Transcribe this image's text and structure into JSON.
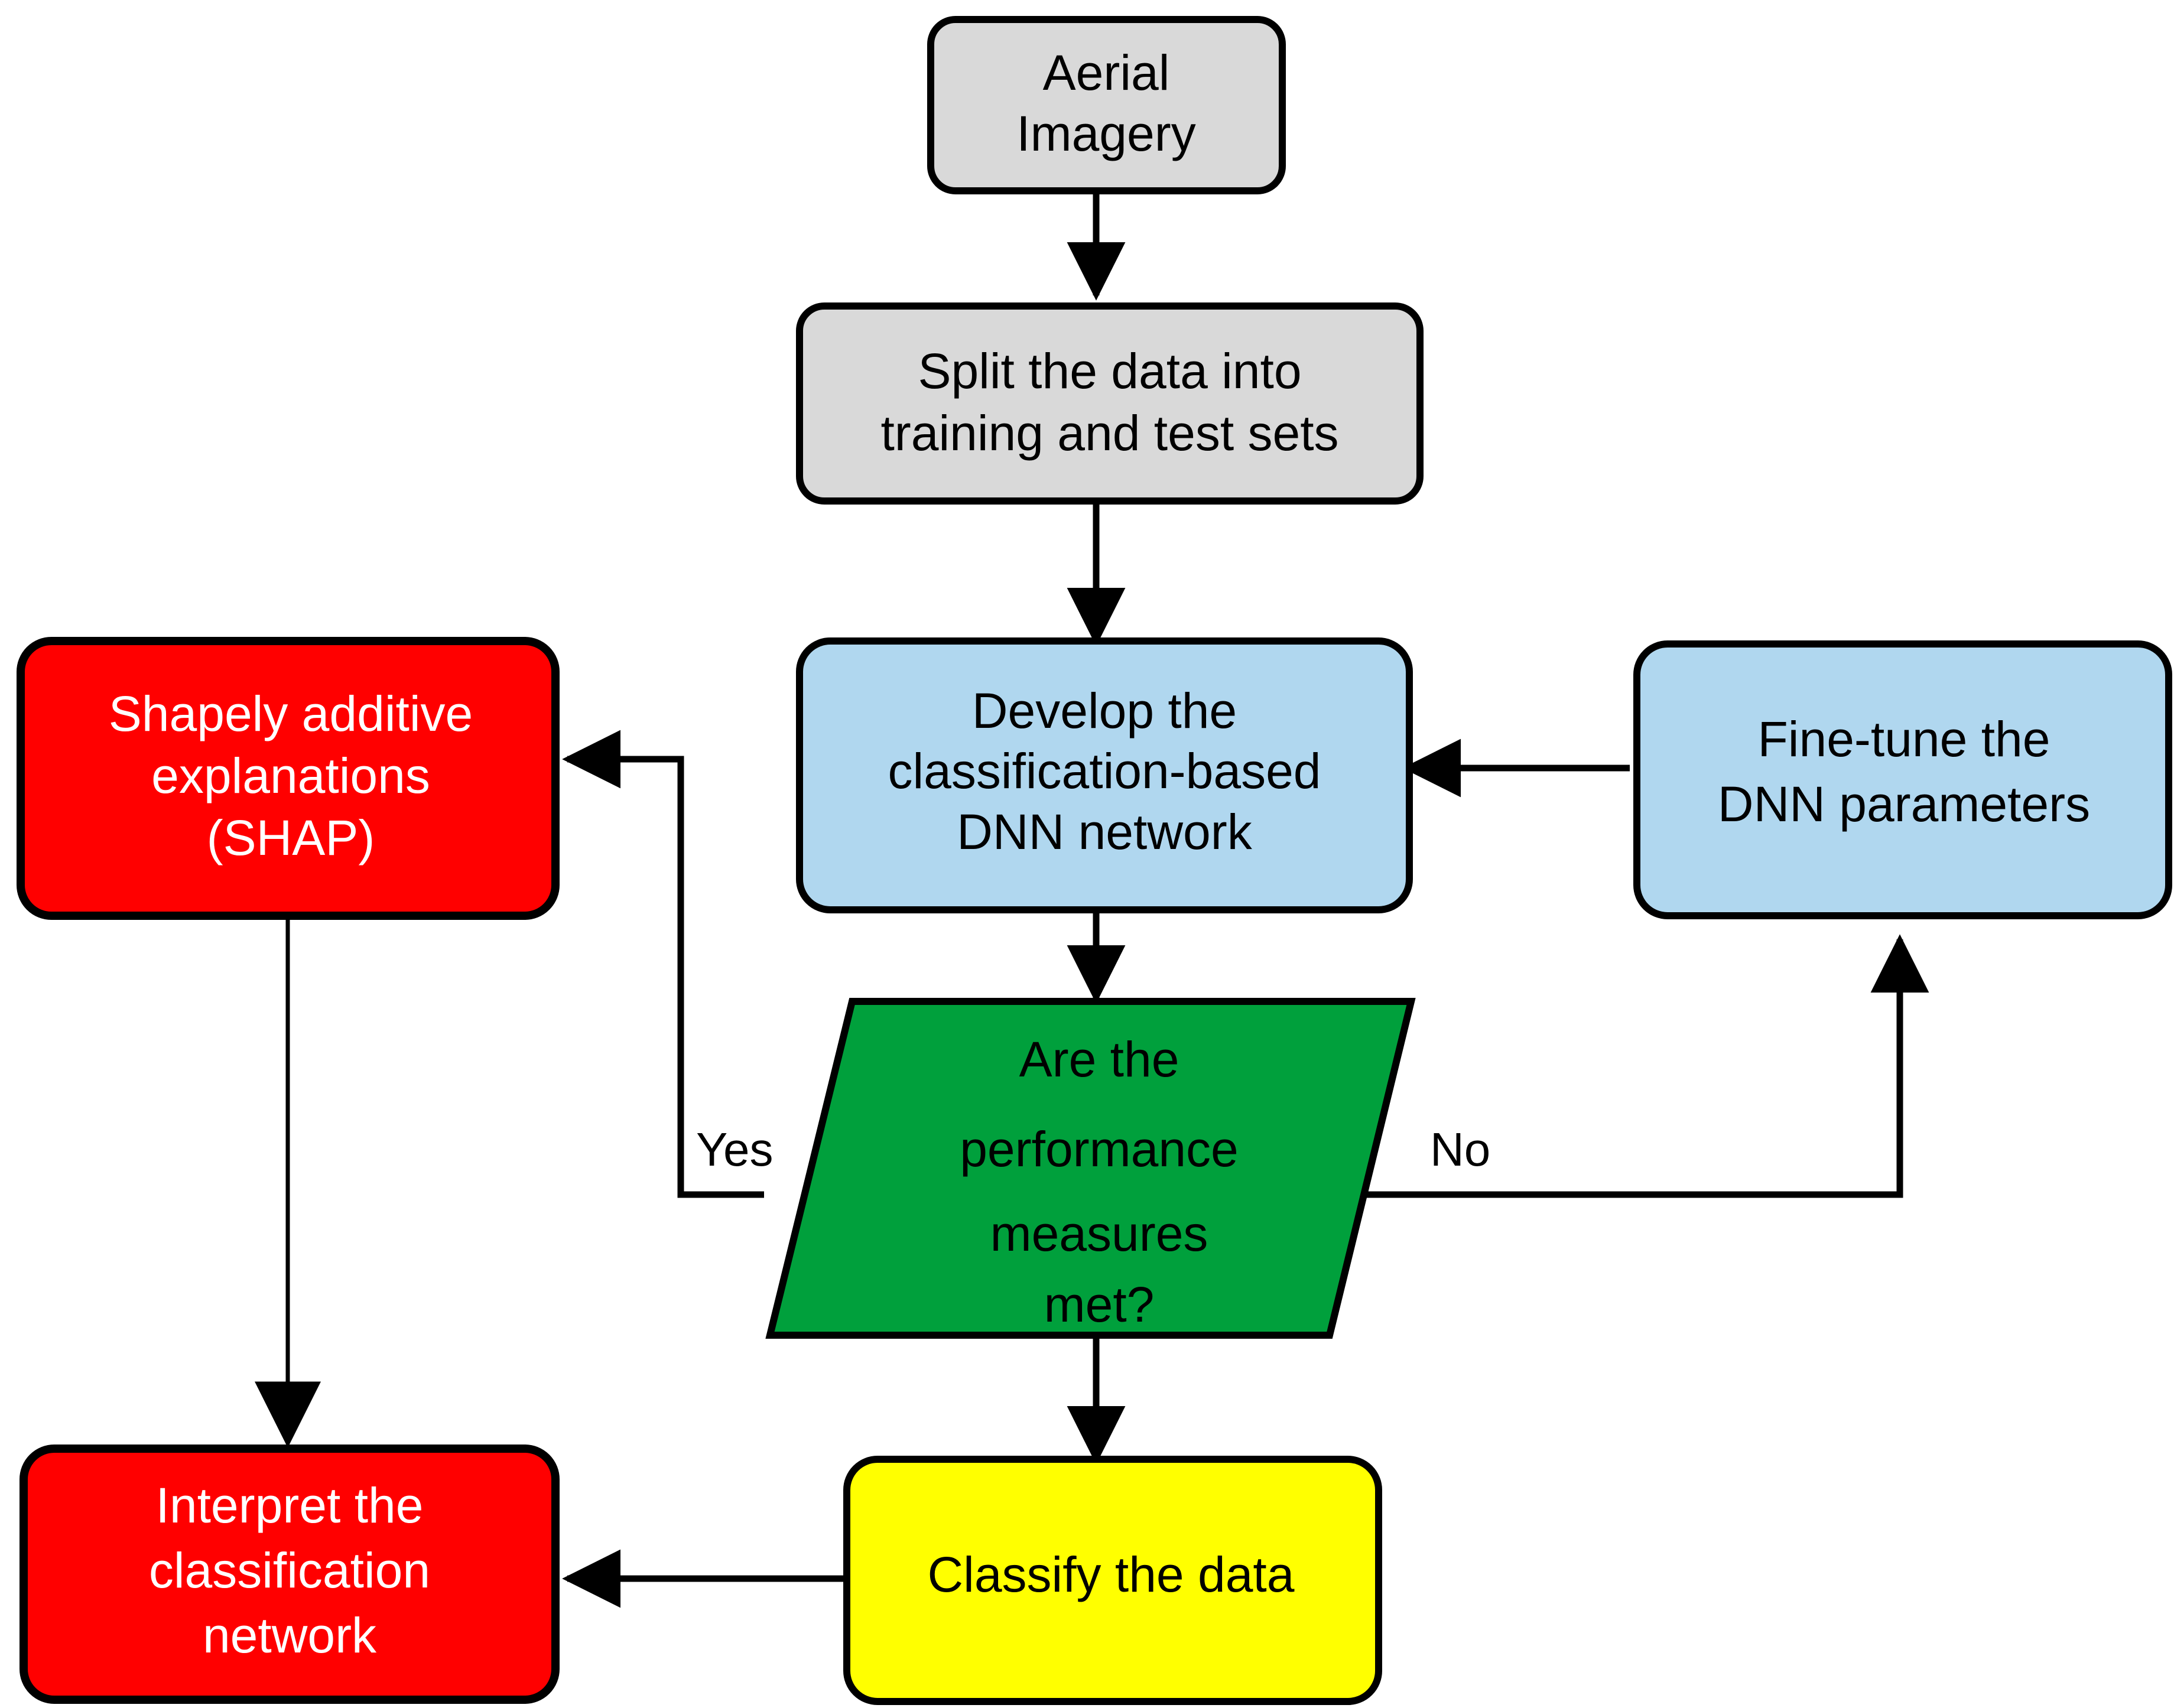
{
  "diagram": {
    "title": "DNN classification workflow flowchart",
    "background": "#ffffff",
    "palette": {
      "gray": "#d9d9d9",
      "blue": "#b0d7ef",
      "red": "#ff0000",
      "green": "#00a03c",
      "yellow": "#ffff00",
      "stroke": "#000000",
      "text_dark": "#000000",
      "text_light": "#ffffff"
    },
    "nodes": [
      {
        "id": "aerial-imagery",
        "shape": "rounded-rect",
        "fill": "#d9d9d9",
        "text_color": "#000000",
        "lines": [
          "Aerial",
          "Imagery"
        ]
      },
      {
        "id": "split-data",
        "shape": "rounded-rect",
        "fill": "#d9d9d9",
        "text_color": "#000000",
        "lines": [
          "Split the data into",
          "training and test sets"
        ]
      },
      {
        "id": "develop-dnn",
        "shape": "rounded-rect",
        "fill": "#b0d7ef",
        "text_color": "#000000",
        "lines": [
          "Develop the",
          "classification-based",
          "DNN network"
        ]
      },
      {
        "id": "fine-tune",
        "shape": "rounded-rect",
        "fill": "#b0d7ef",
        "text_color": "#000000",
        "lines": [
          "Fine-tune the",
          "DNN parameters"
        ]
      },
      {
        "id": "shap",
        "shape": "rounded-rect",
        "fill": "#ff0000",
        "text_color": "#ffffff",
        "lines": [
          "Shapely additive",
          "explanations",
          "(SHAP)"
        ]
      },
      {
        "id": "performance-decision",
        "shape": "parallelogram",
        "fill": "#00a03c",
        "text_color": "#000000",
        "lines": [
          "Are the",
          "performance",
          "measures",
          "met?"
        ]
      },
      {
        "id": "interpret-network",
        "shape": "rounded-rect",
        "fill": "#ff0000",
        "text_color": "#ffffff",
        "lines": [
          "Interpret the",
          "classification",
          "network"
        ]
      },
      {
        "id": "classify-data",
        "shape": "rounded-rect",
        "fill": "#ffff00",
        "text_color": "#000000",
        "lines": [
          "Classify the data"
        ]
      }
    ],
    "edge_labels": {
      "yes": "Yes",
      "no": "No"
    },
    "connections": [
      {
        "from": "aerial-imagery",
        "to": "split-data",
        "label": ""
      },
      {
        "from": "split-data",
        "to": "develop-dnn",
        "label": ""
      },
      {
        "from": "develop-dnn",
        "to": "performance-decision",
        "label": ""
      },
      {
        "from": "performance-decision",
        "to": "shap",
        "label": "Yes"
      },
      {
        "from": "performance-decision",
        "to": "fine-tune",
        "label": "No"
      },
      {
        "from": "fine-tune",
        "to": "develop-dnn",
        "label": ""
      },
      {
        "from": "performance-decision",
        "to": "classify-data",
        "label": ""
      },
      {
        "from": "classify-data",
        "to": "interpret-network",
        "label": ""
      },
      {
        "from": "shap",
        "to": "interpret-network",
        "label": ""
      }
    ]
  }
}
